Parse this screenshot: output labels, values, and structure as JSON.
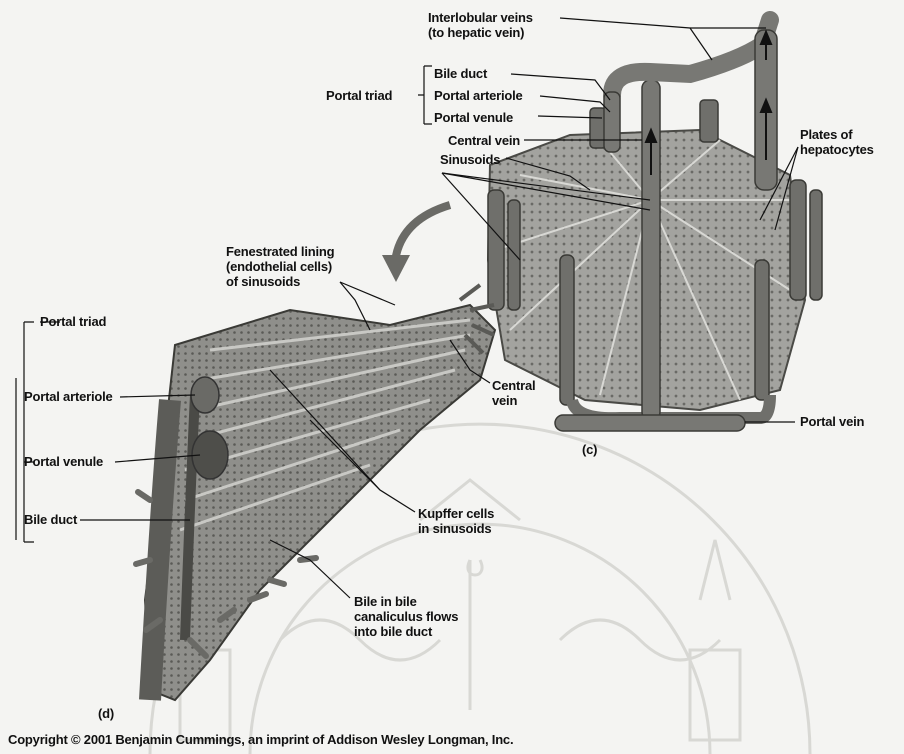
{
  "figure": {
    "panel_c_label": "(c)",
    "panel_d_label": "(d)",
    "copyright": "Copyright © 2001 Benjamin Cummings, an imprint of Addison Wesley Longman, Inc."
  },
  "panel_c_labels": {
    "interlobular_veins": "Interlobular veins\n(to hepatic vein)",
    "portal_triad": "Portal triad",
    "bile_duct": "Bile duct",
    "portal_arteriole": "Portal arteriole",
    "portal_venule": "Portal venule",
    "central_vein": "Central vein",
    "sinusoids": "Sinusoids",
    "plates_of_hepatocytes": "Plates of\nhepatocytes",
    "portal_vein": "Portal vein"
  },
  "panel_d_labels": {
    "fenestrated_lining": "Fenestrated lining\n(endothelial cells)\nof sinusoids",
    "portal_triad": "Portal triad",
    "portal_arteriole": "Portal arteriole",
    "portal_venule": "Portal venule",
    "bile_duct": "Bile duct",
    "central_vein": "Central\nvein",
    "kupffer_cells": "Kupffer cells\nin sinusoids",
    "bile_canaliculus": "Bile in bile\ncanaliculus flows\ninto bile duct"
  },
  "colors": {
    "tissue_fill": "#9a9a96",
    "tissue_dark": "#5e5e5a",
    "vein_fill": "#7c7c78",
    "leader_line": "#111111",
    "watermark": "#d6d6d2"
  }
}
